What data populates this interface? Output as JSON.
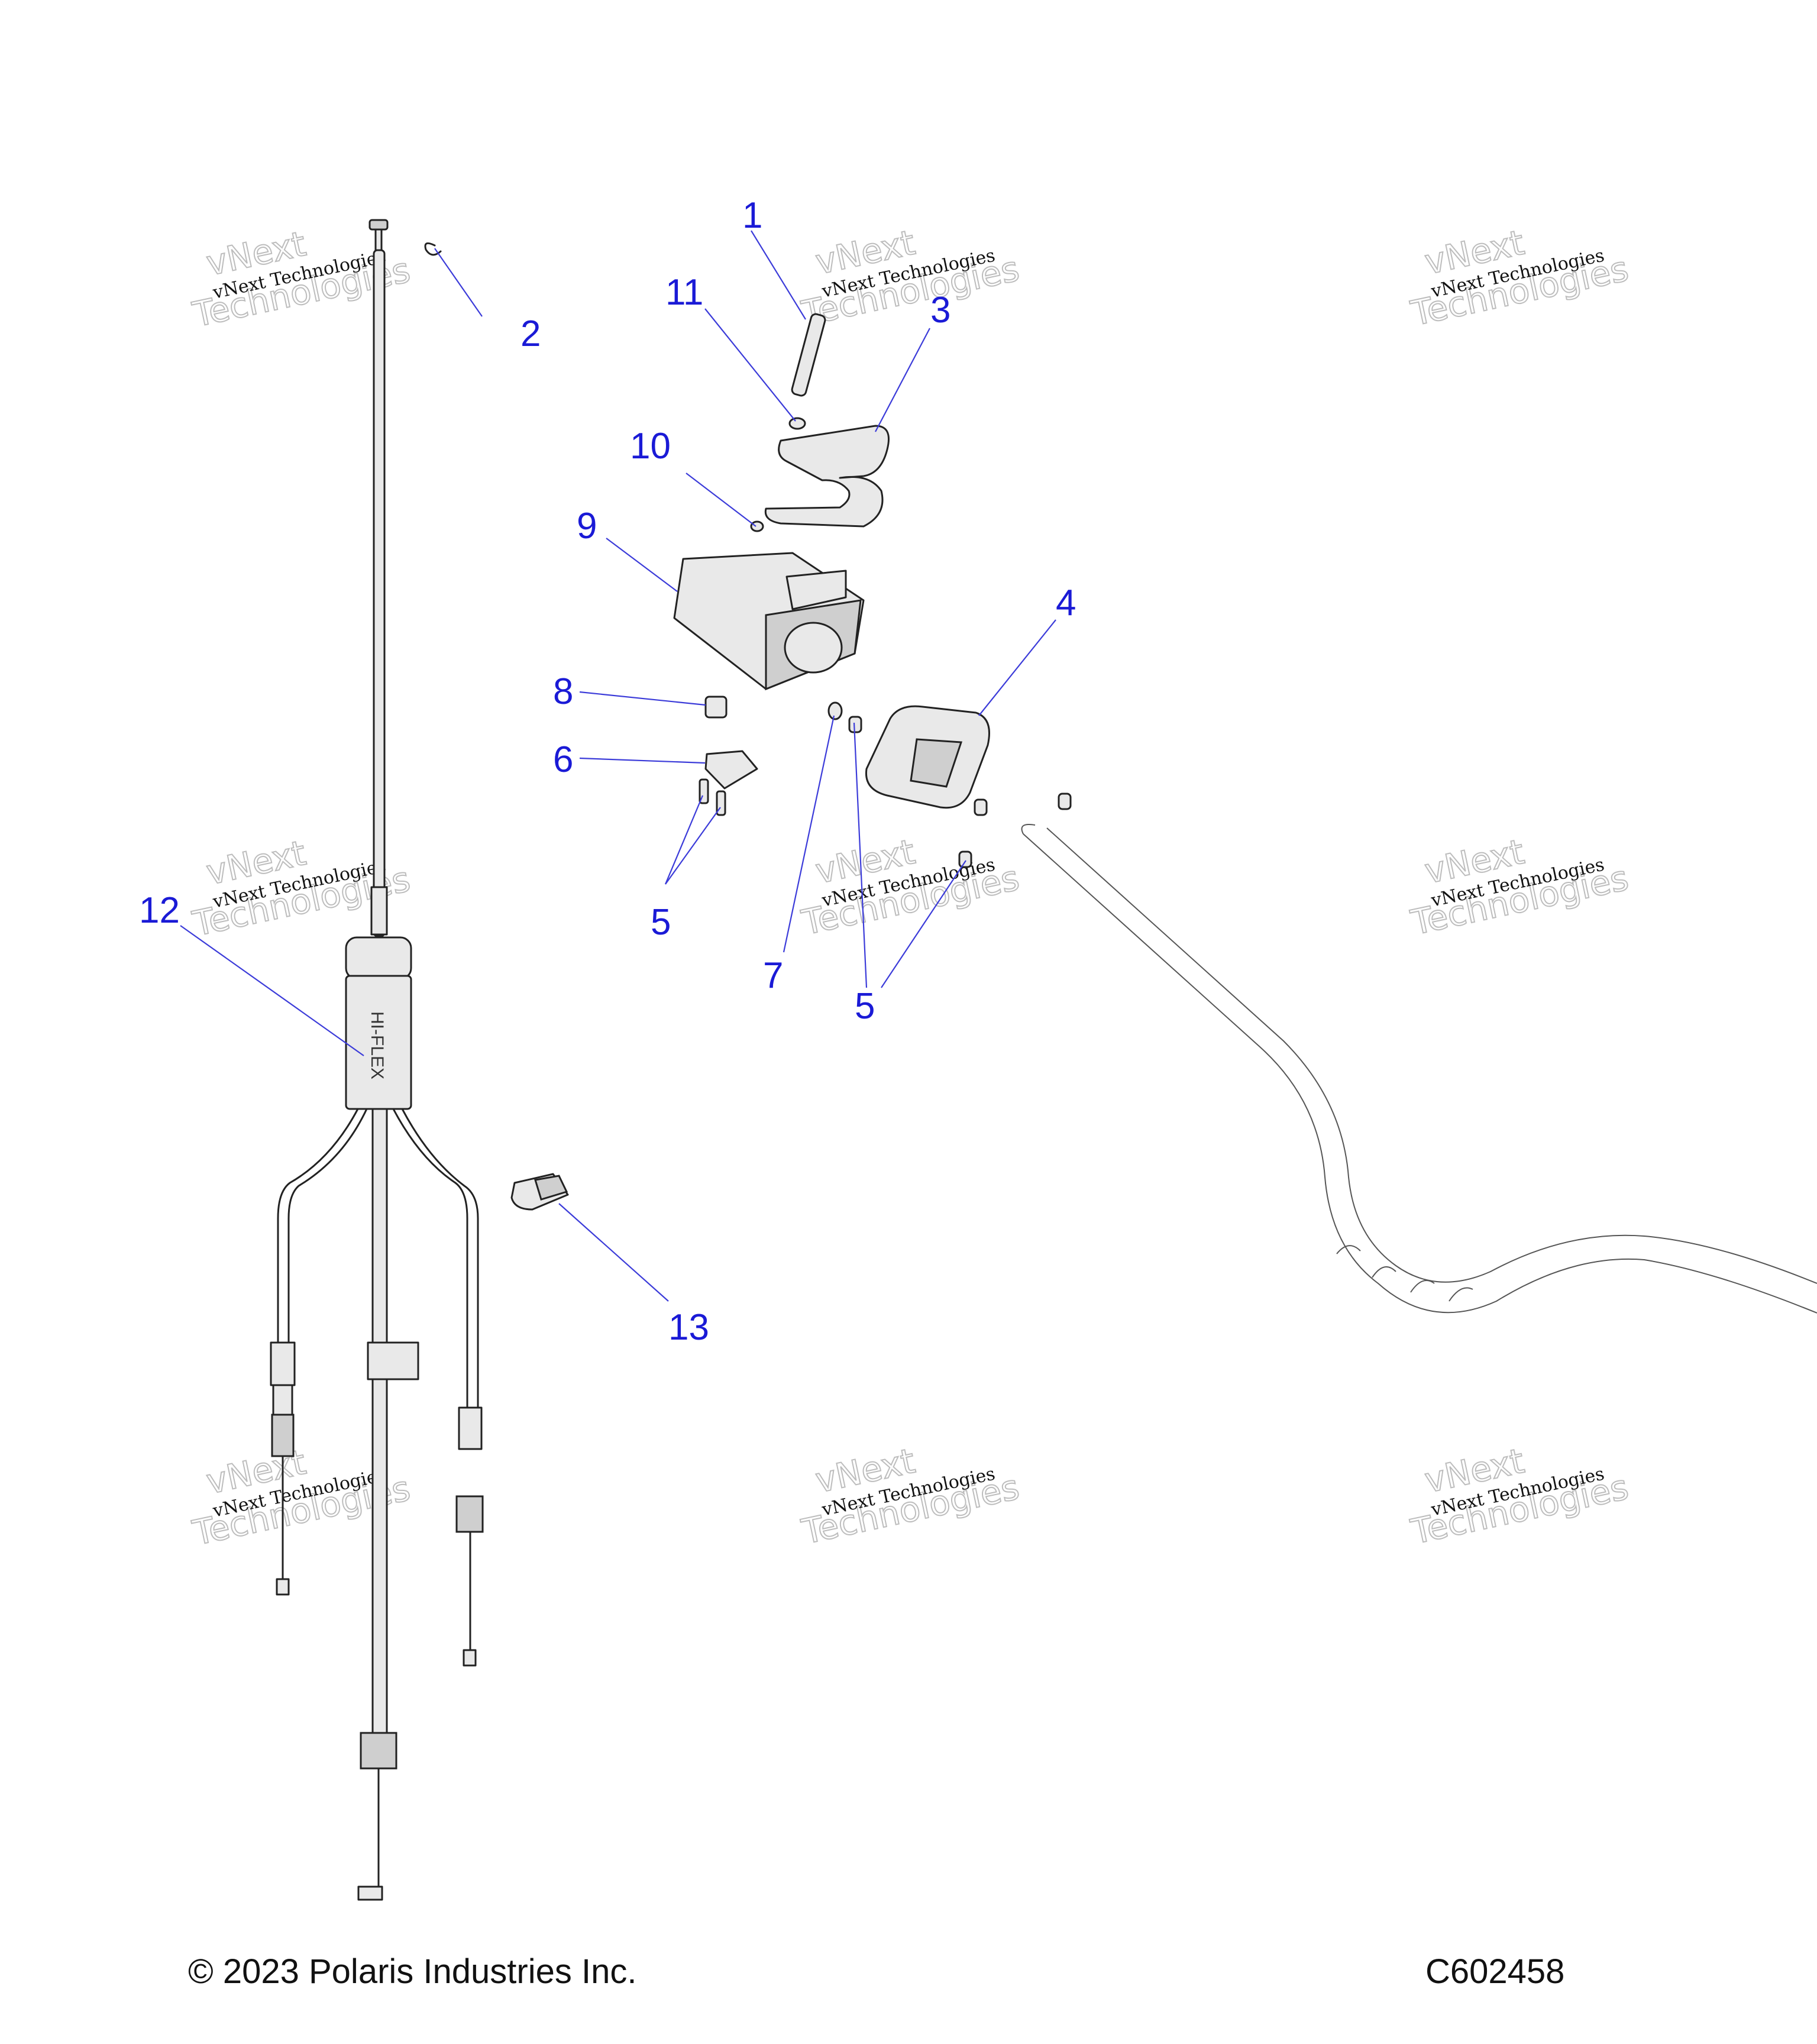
{
  "footer": {
    "copyright": "© 2023 Polaris Industries Inc.",
    "diagram_code": "C602458"
  },
  "watermark": {
    "line1": "vNext Technologies",
    "line2_a": "vNext",
    "line2_b": "Technologies"
  },
  "callouts": {
    "c1": "1",
    "c2": "2",
    "c3": "3",
    "c4": "4",
    "c5a": "5",
    "c5b": "5",
    "c6": "6",
    "c7": "7",
    "c8": "8",
    "c9": "9",
    "c10": "10",
    "c11": "11",
    "c12": "12",
    "c13": "13"
  },
  "cable_label": "HI-FLEX",
  "colors": {
    "callout": "#1a1ad6",
    "leader": "#3b3bd9"
  }
}
